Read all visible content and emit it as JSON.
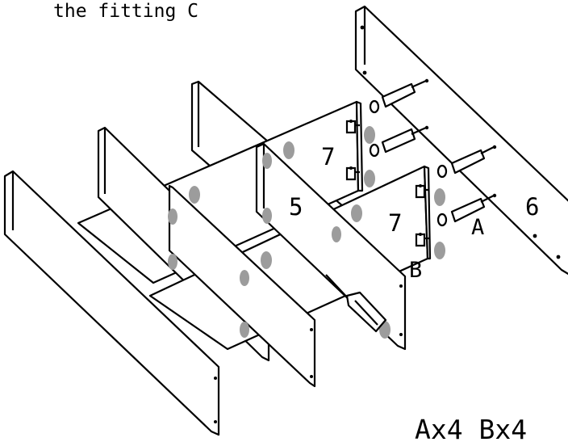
{
  "instruction": "the fitting C",
  "part_labels": {
    "panel_5": "5",
    "panel_7_upper": "7",
    "panel_7_lower": "7",
    "panel_6": "6"
  },
  "fitting_labels": {
    "dowel": "A",
    "cam_lock": "B"
  },
  "quantity": "Ax4 Bx4",
  "colors": {
    "line": "#000000",
    "marker": "#9c9c9c"
  },
  "icons": [
    "screwdriver-icon",
    "dowel-icon",
    "cam-lock-icon"
  ]
}
